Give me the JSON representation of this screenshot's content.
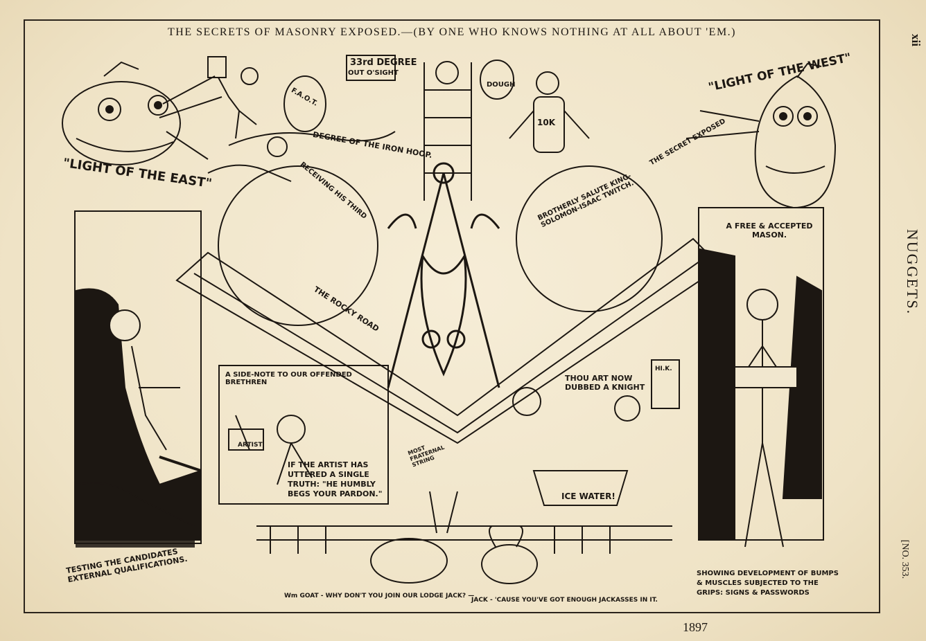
{
  "header": {
    "title": "THE SECRETS OF MASONRY EXPOSED.—(BY ONE WHO KNOWS NOTHING AT ALL ABOUT 'EM.)",
    "page_number": "xii",
    "publication": "NUGGETS.",
    "issue_number": "[NO. 353."
  },
  "captions": {
    "light_east": "\"LIGHT OF THE EAST\"",
    "light_west": "\"LIGHT OF THE WEST\"",
    "degree_33": "33rd DEGREE",
    "out_of_sight": "OUT O'SIGHT",
    "dough": "DOUGH",
    "iron_hoop": "DEGREE OF THE IRON HOOP.",
    "secret_exposed": "THE SECRET EXPOSED",
    "receiving_third": "RECEIVING HIS THIRD",
    "brotherly_salute": "BROTHERLY SALUTE KING-SOLOMON-ISAAC TWITCH.",
    "free_mason": "A FREE & ACCEPTED MASON.",
    "rocky_road": "THE ROCKY ROAD",
    "side_note": "A SIDE-NOTE TO OUR OFFENDED BRETHREN",
    "artist_truth": "IF THE ARTIST HAS UTTERED A SINGLE TRUTH: \"HE HUMBLY BEGS YOUR PARDON.\"",
    "artist_label": "ARTIST",
    "dubbed_knight": "THOU ART NOW DUBBED A KNIGHT",
    "hik": "HI.K.",
    "ice_water": "ICE WATER!",
    "most_fraternal": "MOST FRATERNAL STRING",
    "testing_candidates": "TESTING THE CANDIDATES EXTERNAL QUALIFICATIONS.",
    "showing_develop": "SHOWING DEVELOPMENT OF BUMPS & MUSCLES SUBJECTED TO THE GRIPS: SIGNS & PASSWORDS",
    "goat_dialog": "Wm GOAT - WHY DON'T YOU JOIN OUR LODGE JACK? —",
    "jack_dialog": "JACK - 'CAUSE YOU'VE GOT ENOUGH JACKASSES IN IT.",
    "ok_label": "10K",
    "fao_label": "F.A.O.T."
  },
  "year": "1897",
  "colors": {
    "paper": "#f1e7cf",
    "ink": "#1c1712"
  }
}
